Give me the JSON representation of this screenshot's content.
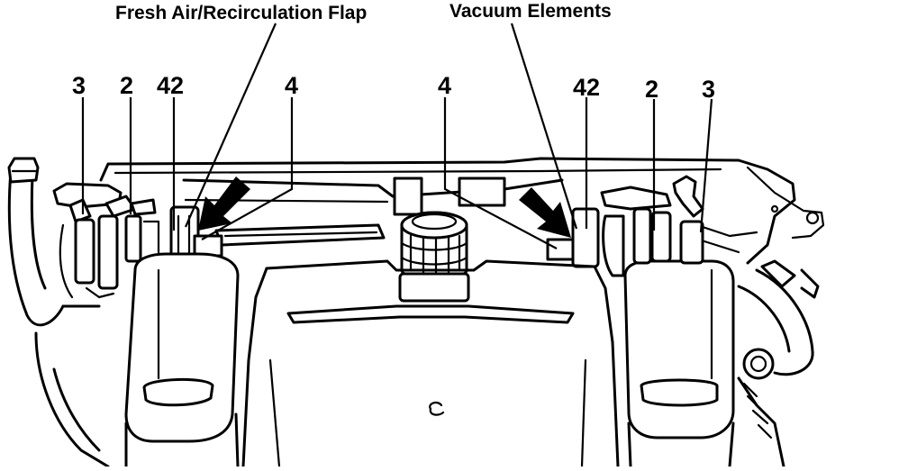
{
  "labels": {
    "fresh_air_flap": "Fresh Air/Recirculation Flap",
    "vacuum_elements": "Vacuum Elements",
    "left_3": "3",
    "left_2": "2",
    "left_42": "42",
    "left_4": "4",
    "right_4": "4",
    "right_42": "42",
    "right_2": "2",
    "right_3": "3"
  },
  "colors": {
    "line": "#000000",
    "background": "#ffffff"
  }
}
